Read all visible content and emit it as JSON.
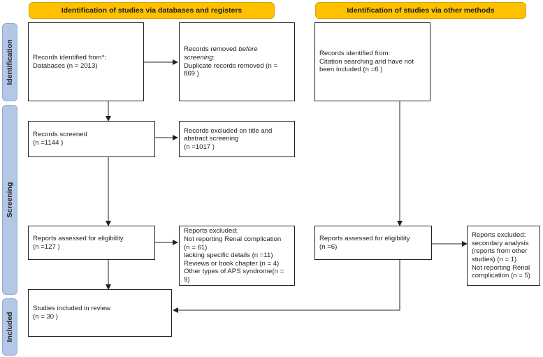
{
  "headers": {
    "databases": "Identification of studies via databases and registers",
    "other": "Identification of studies via other methods"
  },
  "phases": {
    "identification": "Identification",
    "screening": "Screening",
    "included": "Included"
  },
  "boxes": {
    "identified_db": {
      "line1": "Records identified from*:",
      "line2": "Databases (n = 2013)"
    },
    "removed": {
      "line1_prefix": "Records removed ",
      "line1_emph": "before",
      "line2_emph": "screening",
      "line2_suffix": ":",
      "line3": "Duplicate records removed  (n =",
      "line4": "869 )"
    },
    "identified_other": {
      "line1": "Records identified from:",
      "line2": "Citation searching and have not",
      "line3": "been included (n =6 )"
    },
    "screened": {
      "line1": "Records screened",
      "line2": "(n =1144 )"
    },
    "excluded_title": {
      "line1": "Records excluded on title and",
      "line2": "abstract screening",
      "line3": "(n =1017 )"
    },
    "assessed_db": {
      "line1": "Reports assessed for eligibility",
      "line2": "(n =127 )"
    },
    "excluded_reports": {
      "line1": "Reports excluded:",
      "line2": "Not reporting Renal complication",
      "line3": "(n = 61)",
      "line4": "lacking specific details (n =11)",
      "line5": "Reviews or book chapter (n = 4)",
      "line6": "Other types of APS syndrome(n =",
      "line7": "9)"
    },
    "assessed_other": {
      "line1": "Reports assessed for eligibility",
      "line2": "(n =6)"
    },
    "excluded_other": {
      "line1": "Reports excluded:",
      "line2": "secondary analysis",
      "line3": "(reports from other",
      "line4": "studies) (n = 1)",
      "line5": "Not reporting Renal",
      "line6": "complication (n = 5)"
    },
    "included": {
      "line1": "Studies included in review",
      "line2": "(n = 30 )"
    }
  }
}
